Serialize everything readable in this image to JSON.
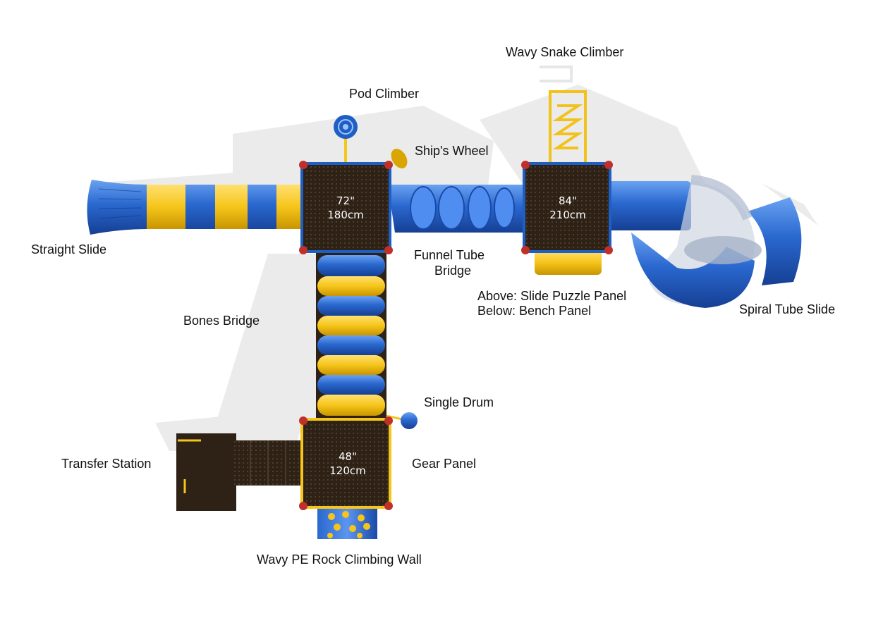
{
  "labels": {
    "wavy_snake_climber": "Wavy Snake Climber",
    "pod_climber": "Pod Climber",
    "ships_wheel": "Ship's Wheel",
    "straight_slide": "Straight Slide",
    "funnel_tube_bridge_line1": "Funnel Tube",
    "funnel_tube_bridge_line2": "Bridge",
    "slide_puzzle_line1": "Above: Slide Puzzle Panel",
    "slide_puzzle_line2": "Below: Bench Panel",
    "spiral_tube_slide": "Spiral Tube Slide",
    "bones_bridge": "Bones Bridge",
    "single_drum": "Single Drum",
    "transfer_station": "Transfer Station",
    "gear_panel": "Gear Panel",
    "wavy_pe_rock_climbing_wall": "Wavy PE Rock Climbing Wall"
  },
  "decks": {
    "deck_72": {
      "in": "72\"",
      "cm": "180cm"
    },
    "deck_84": {
      "in": "84\"",
      "cm": "210cm"
    },
    "deck_48": {
      "in": "48\"",
      "cm": "120cm"
    }
  },
  "colors": {
    "blue": "#1f5fc4",
    "blue_light": "#4f8ef0",
    "yellow": "#f6c51b",
    "deck_brown": "#2e2116",
    "post_red": "#c0302a",
    "shadow": "#e6e6e6"
  }
}
